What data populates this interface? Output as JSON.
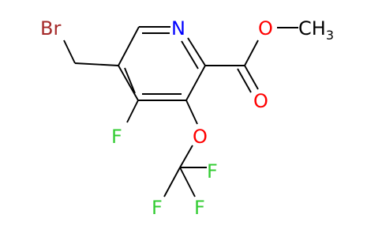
{
  "molecule": {
    "atoms": {
      "br": {
        "symbol": "Br",
        "color": "#a52a2a"
      },
      "n": {
        "symbol": "N",
        "color": "#0000ff"
      },
      "o_ether": {
        "symbol": "O",
        "color": "#ff0000"
      },
      "o_carbonyl": {
        "symbol": "O",
        "color": "#ff0000"
      },
      "o_ocf3": {
        "symbol": "O",
        "color": "#ff0000"
      },
      "f_ring": {
        "symbol": "F",
        "color": "#33cc33"
      },
      "f1": {
        "symbol": "F",
        "color": "#33cc33"
      },
      "f2": {
        "symbol": "F",
        "color": "#33cc33"
      },
      "f3": {
        "symbol": "F",
        "color": "#33cc33"
      },
      "ch3": {
        "symbol": "CH",
        "subscript": "3",
        "color": "#000000"
      }
    }
  }
}
